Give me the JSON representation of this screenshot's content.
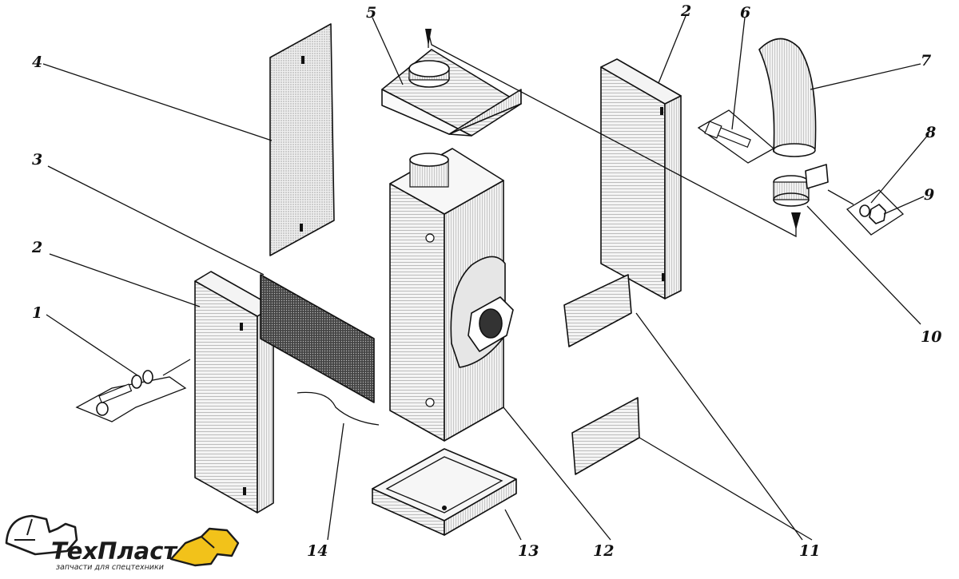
{
  "callouts": [
    "1",
    "2",
    "2",
    "3",
    "4",
    "5",
    "6",
    "7",
    "8",
    "9",
    "10",
    "11",
    "11",
    "12",
    "13",
    "14"
  ],
  "logo": {
    "main": "ТехПласт",
    "sub": "запчасти для спецтехники"
  },
  "colors": {
    "ink": "#111111",
    "logo_yellow": "#f2c21a",
    "hatch_light": "#d8d8d8",
    "hatch_dark": "#3a3a3a"
  }
}
